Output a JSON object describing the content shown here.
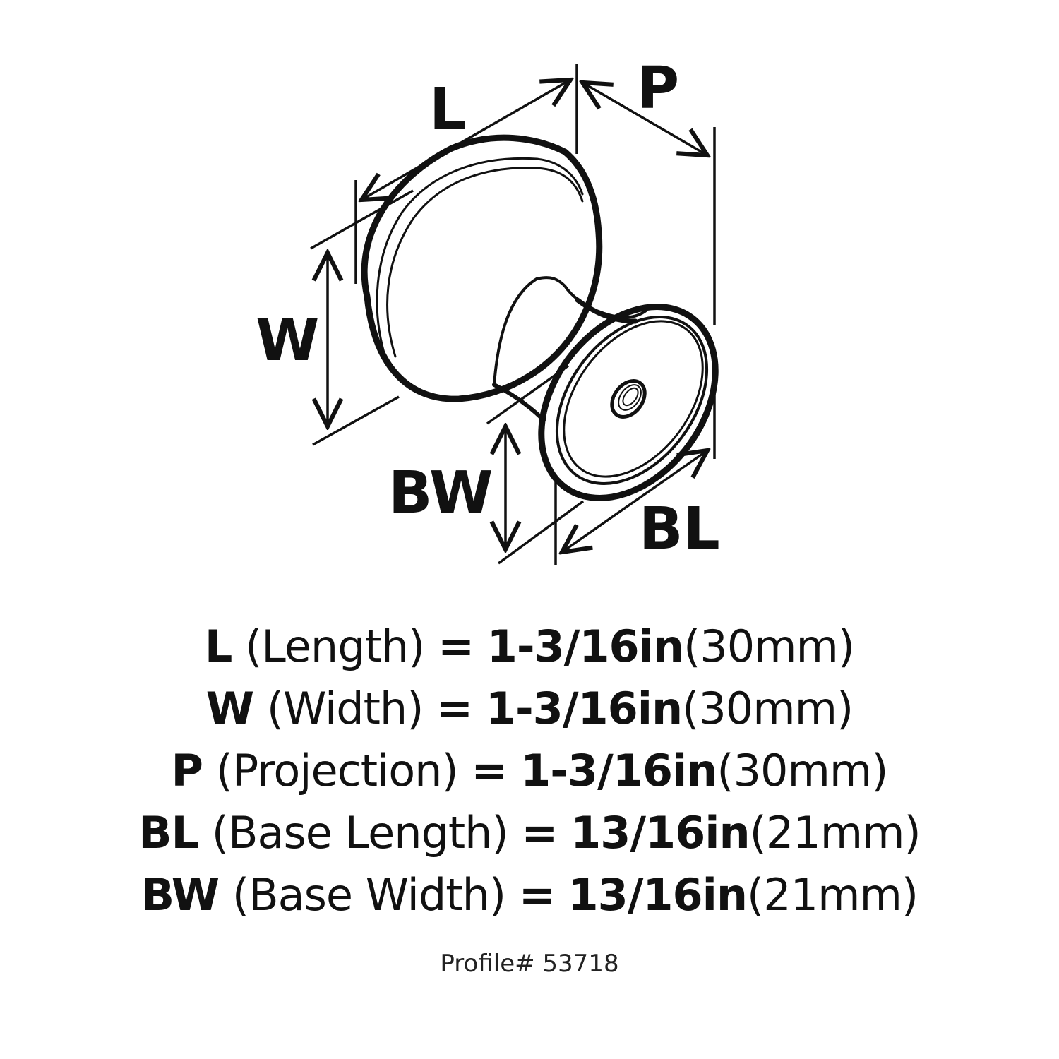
{
  "diagram": {
    "subject": "cabinet knob dimension drawing",
    "labels": {
      "length": "L",
      "projection": "P",
      "width": "W",
      "base_width": "BW",
      "base_length": "BL"
    }
  },
  "specs": [
    {
      "code": "L",
      "name": "(Length)",
      "eq": "=",
      "inches": "1-3/16in",
      "mm": "(30mm)"
    },
    {
      "code": "W",
      "name": "(Width)",
      "eq": "=",
      "inches": "1-3/16in",
      "mm": "(30mm)"
    },
    {
      "code": "P",
      "name": "(Projection)",
      "eq": "=",
      "inches": "1-3/16in",
      "mm": "(30mm)"
    },
    {
      "code": "BL",
      "name": "(Base Length)",
      "eq": "=",
      "inches": "13/16in",
      "mm": "(21mm)"
    },
    {
      "code": "BW",
      "name": "(Base Width)",
      "eq": "=",
      "inches": "13/16in",
      "mm": "(21mm)"
    }
  ],
  "profile": "Profile# 53718",
  "colors": {
    "ink": "#111111",
    "background": "#ffffff"
  }
}
